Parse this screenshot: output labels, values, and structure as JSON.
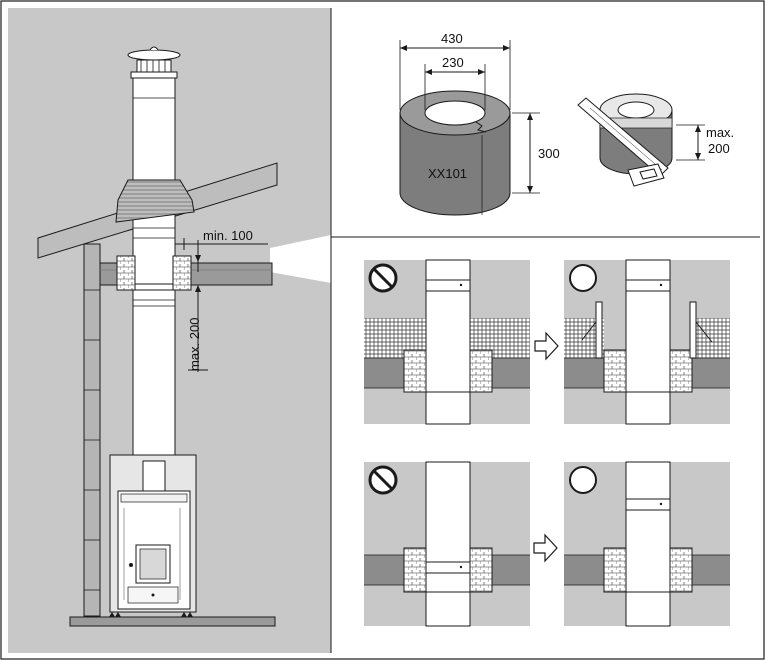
{
  "colors": {
    "panel_gray": "#c8c8c8",
    "ring_gray": "#7d7d7d",
    "band_gray": "#8c8c8c",
    "line": "#1a1a1a",
    "white": "#ffffff"
  },
  "left_panel": {
    "clearance_label": "min. 100",
    "max_label": "max. 200"
  },
  "product": {
    "outer_diameter": "430",
    "inner_diameter": "230",
    "height": "300",
    "model": "XX101",
    "cut_max_label": "max.",
    "cut_max_value": "200"
  },
  "steps": [
    {
      "position": "top-left",
      "status": "forbidden",
      "icon": "prohibited-icon"
    },
    {
      "position": "top-right",
      "status": "correct",
      "icon": "ok-circle-icon"
    },
    {
      "position": "bottom-left",
      "status": "forbidden",
      "icon": "prohibited-icon"
    },
    {
      "position": "bottom-right",
      "status": "correct",
      "icon": "ok-circle-icon"
    }
  ],
  "arrows": [
    "arrow-right-icon",
    "arrow-right-icon"
  ]
}
